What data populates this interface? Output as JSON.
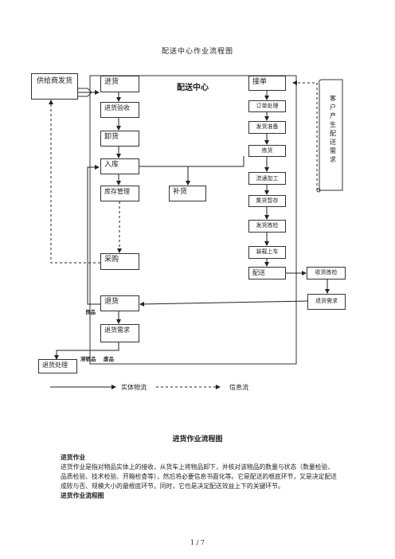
{
  "page_title": "配送中心作业流程图",
  "center_label": "配送中心",
  "supplier": "供给商发货",
  "inbound": {
    "receive": "进货",
    "inspect": "进货验收",
    "unload": "卸货",
    "store": "入库",
    "inventory": "库存管理",
    "replenish": "补货",
    "purchase": "采购",
    "return_goods": "退货",
    "return_demand": "退货需求",
    "return_process": "退货处理"
  },
  "orders": {
    "receive_order": "接单",
    "order_process": "订单处理",
    "prepare": "发货准备",
    "pick": "拣货",
    "process": "流通加工",
    "stage": "集货暂存",
    "check": "发货拣检",
    "load": "装载上车",
    "deliver": "配送"
  },
  "customer_scroll": "客户产生配送需求",
  "customer_accept": "收货拣检",
  "customer_return": "退货需求",
  "labels": {
    "good": "良品",
    "defect": "滞销品",
    "waste": "废品"
  },
  "legend": {
    "physical": "实体物流",
    "info": "信息流"
  },
  "section_title": "进货作业流程图",
  "section_heading": "进货作业",
  "section_body": "进货作业是指对物品实体上的接收，从货车上将物品卸下，并核对该物品的数量与状态（数量检验、品质检验、技术检验、开箱检查等），然后将必要信息书面化等。它是配送的根底环节，又是决定配送成败与否、规模大小的最根底环节。同时，它也是决定配送效益上下的关键环节。",
  "section_subheading": "进货作业流程图",
  "pager": "1 / 7"
}
